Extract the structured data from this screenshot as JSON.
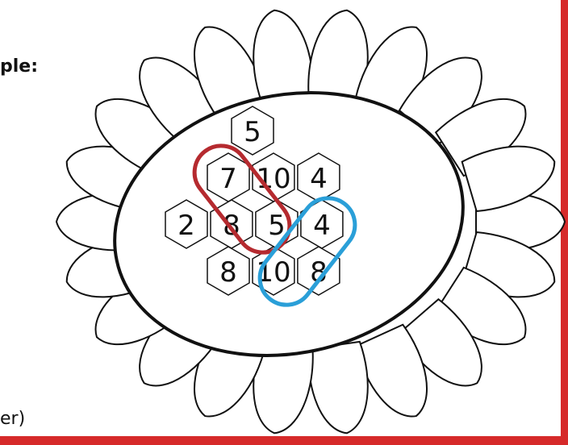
{
  "texts": {
    "example_label": "ple:",
    "footer_fragment": "er)"
  },
  "colors": {
    "frame": "#d62a2a",
    "red_loop": "#b52a2f",
    "blue_loop": "#2a9fd8",
    "ink": "#111111"
  },
  "hex_grid": {
    "rows": [
      [
        "5"
      ],
      [
        "7",
        "10",
        "4"
      ],
      [
        "2",
        "8",
        "5",
        "4"
      ],
      [
        "8",
        "10",
        "8"
      ]
    ]
  }
}
